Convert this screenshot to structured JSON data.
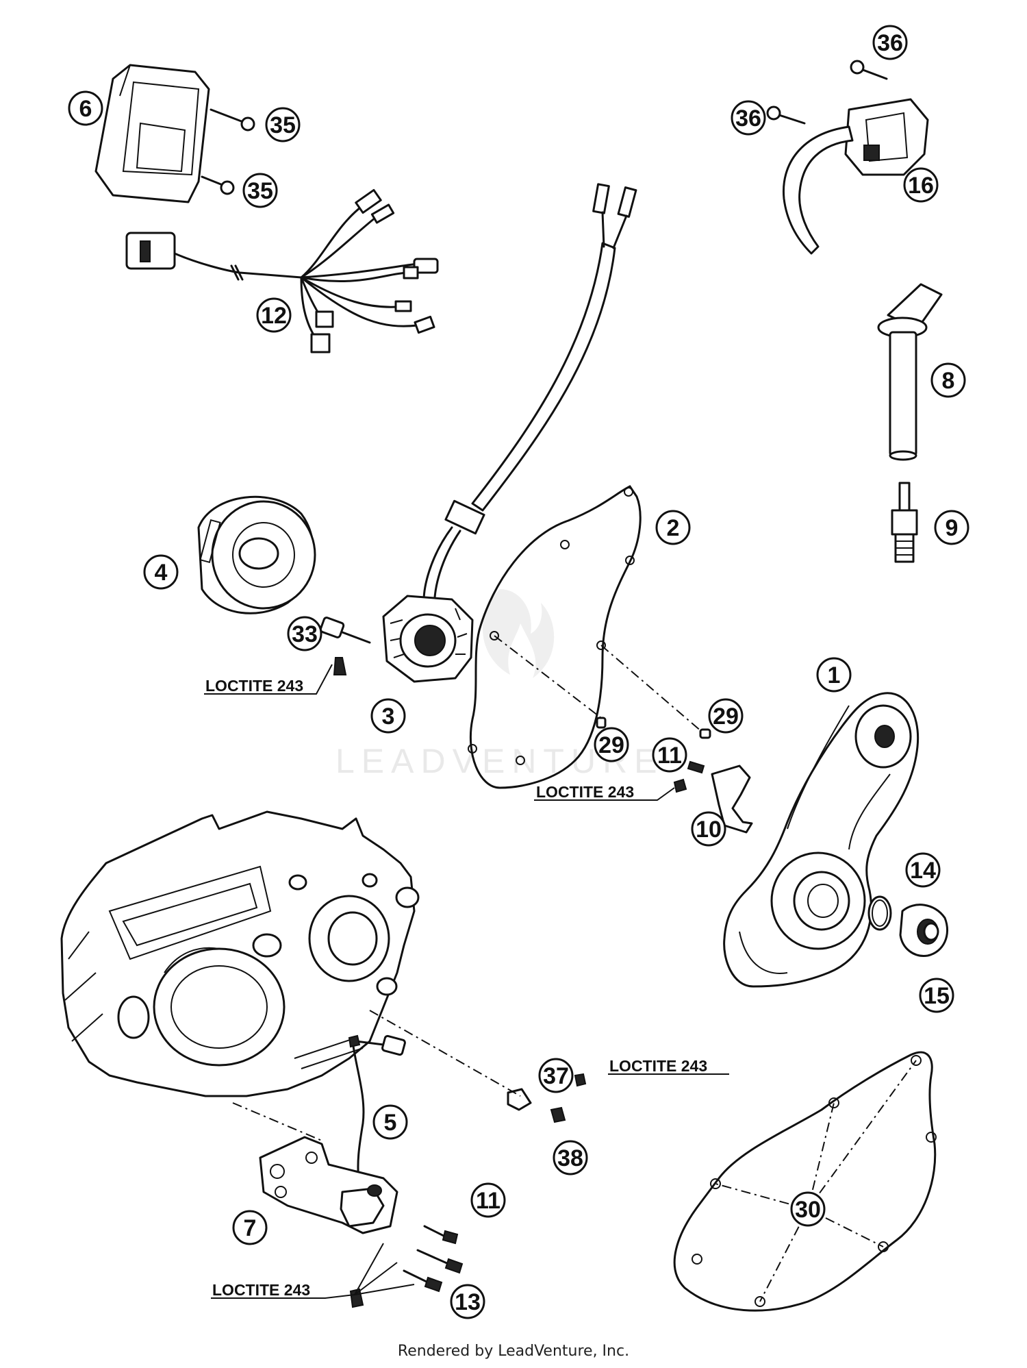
{
  "watermark": {
    "text": "LEADVENTURE"
  },
  "footer": {
    "text": "Rendered by LeadVenture, Inc."
  },
  "callouts": {
    "c1": "1",
    "c2": "2",
    "c3": "3",
    "c4": "4",
    "c5": "5",
    "c6": "6",
    "c7": "7",
    "c8": "8",
    "c9": "9",
    "c10": "10",
    "c11a": "11",
    "c11b": "11",
    "c12": "12",
    "c13": "13",
    "c14": "14",
    "c15": "15",
    "c16": "16",
    "c29a": "29",
    "c29b": "29",
    "c30": "30",
    "c33": "33",
    "c35a": "35",
    "c35b": "35",
    "c36a": "36",
    "c36b": "36",
    "c37": "37",
    "c38": "38"
  },
  "loctite": {
    "l1": "LOCTITE 243",
    "l2": "LOCTITE 243",
    "l3": "LOCTITE 243",
    "l4": "LOCTITE 243"
  },
  "icons": [
    "flame-logo-icon"
  ]
}
